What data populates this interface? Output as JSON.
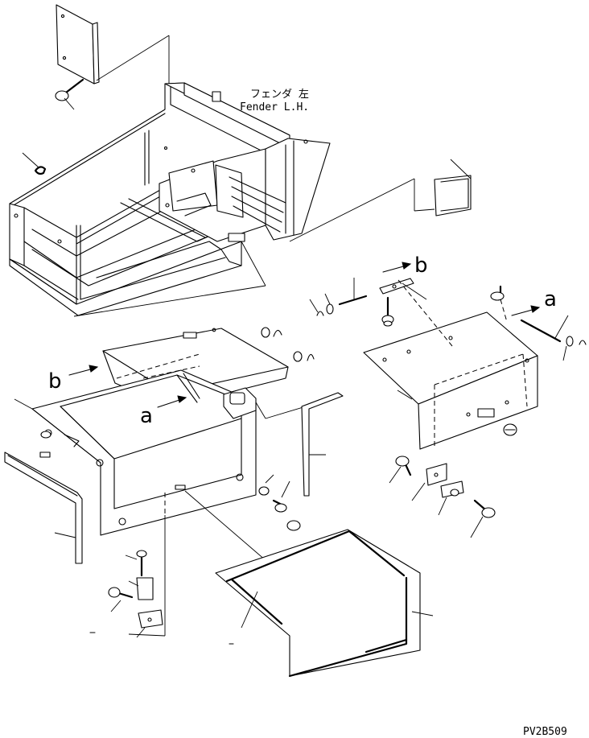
{
  "drawing": {
    "fender_label_jp": "フェンダ 左",
    "fender_label_en": "Fender L.H.",
    "ref_a": "a",
    "ref_b": "b",
    "drawing_code": "PV2B509"
  }
}
